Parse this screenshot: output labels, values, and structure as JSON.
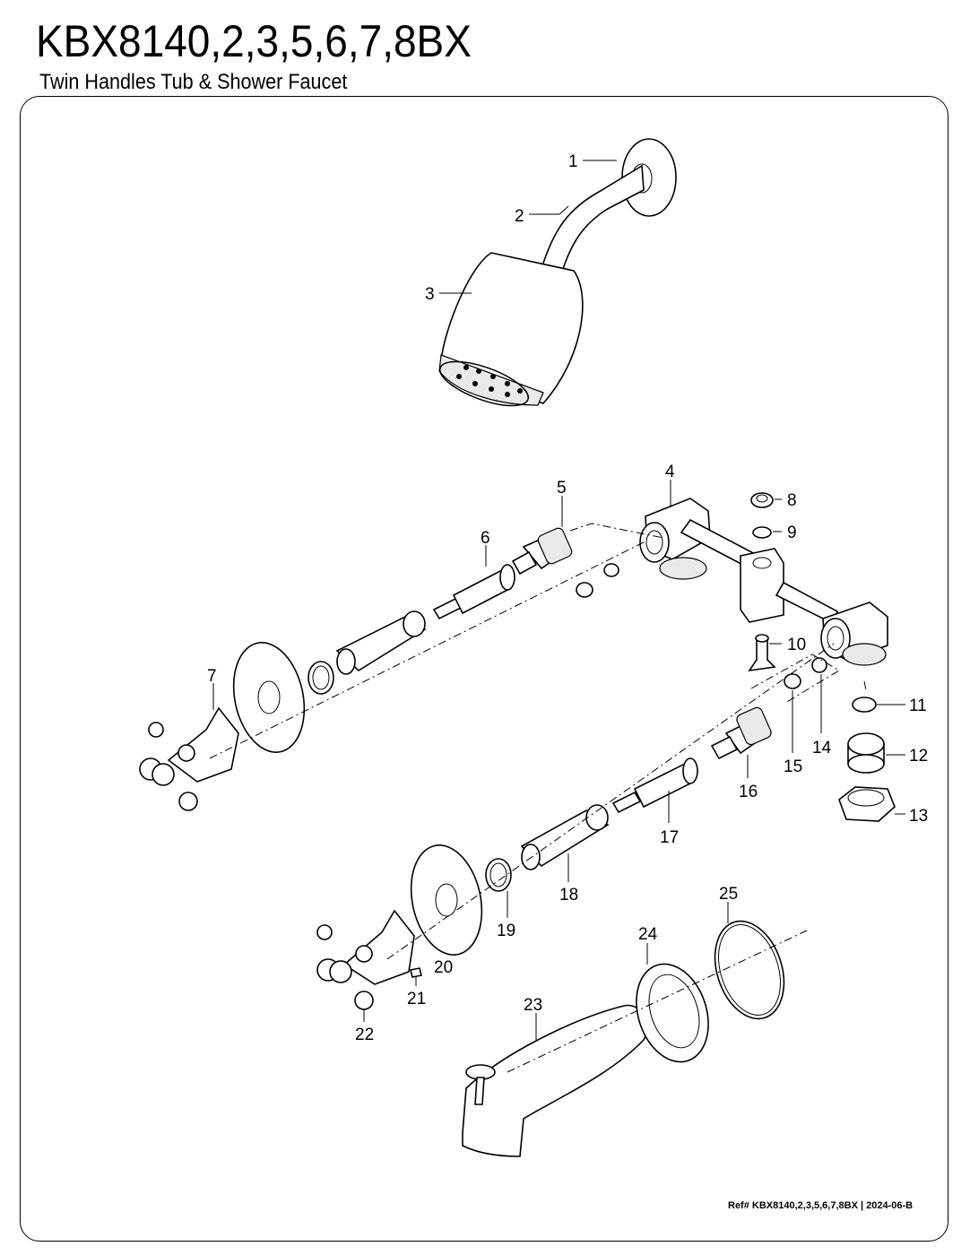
{
  "header": {
    "title": "KBX8140,2,3,5,6,7,8BX",
    "subtitle": "Twin Handles Tub & Shower Faucet"
  },
  "parts": {
    "p1": "1",
    "p2": "2",
    "p3": "3",
    "p4": "4",
    "p5": "5",
    "p6": "6",
    "p7": "7",
    "p8": "8",
    "p9": "9",
    "p10": "10",
    "p11": "11",
    "p12": "12",
    "p13": "13",
    "p14": "14",
    "p15": "15",
    "p16": "16",
    "p17": "17",
    "p18": "18",
    "p19": "19",
    "p20": "20",
    "p21": "21",
    "p22": "22",
    "p23": "23",
    "p24": "24",
    "p25": "25"
  },
  "footer": {
    "ref": "Ref# KBX8140,2,3,5,6,7,8BX | 2024-06-B"
  }
}
